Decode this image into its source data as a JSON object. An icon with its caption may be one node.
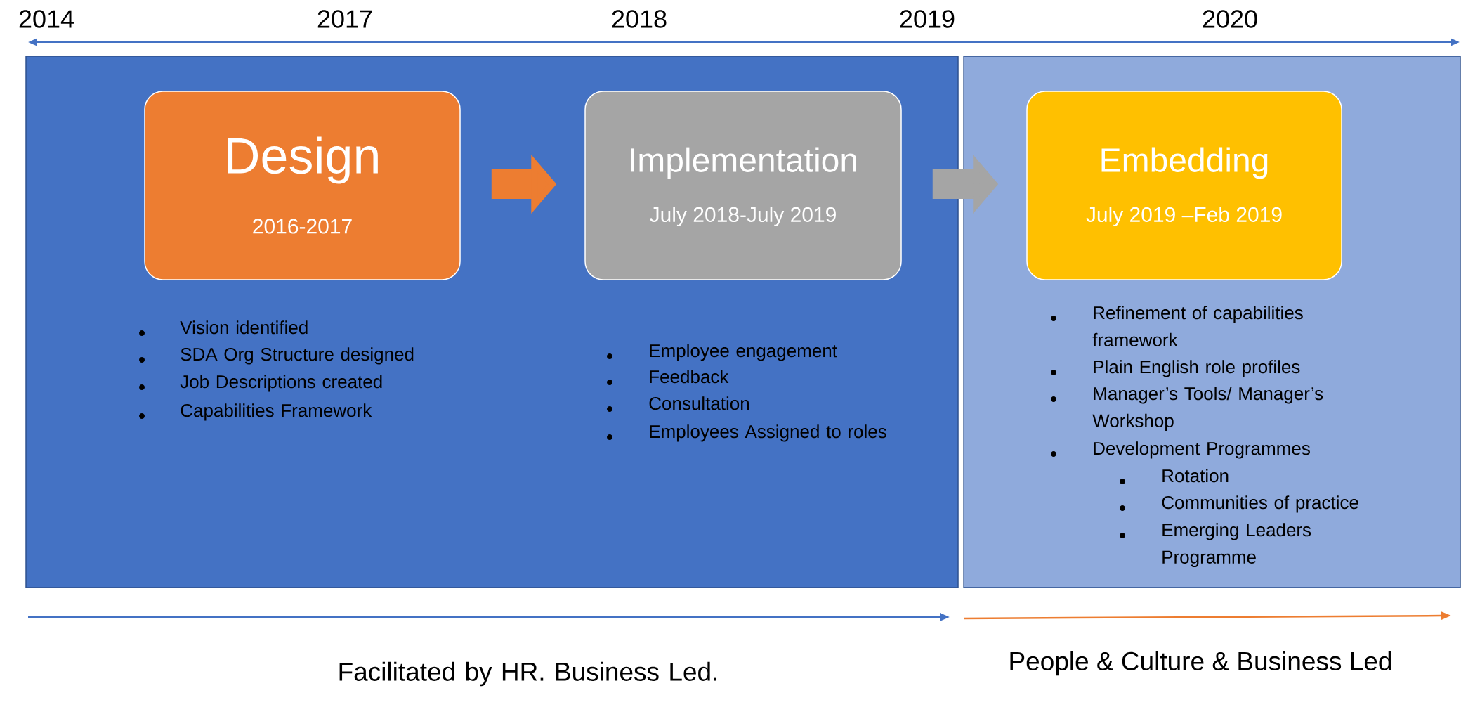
{
  "diagram": {
    "nodes": [
      {
        "text": [],
        "shape": "box"
      },
      {
        "text": [
          "Design",
          "2016-2017"
        ],
        "in": 0,
        "beside": [
          "Vision identified",
          "SDA Org Structure designed",
          "Job Descriptions created",
          "Capabilities Framework"
        ]
      },
      {
        "text": [
          "Implementation",
          "July 2018-July 2019"
        ],
        "in": 0,
        "beside": [
          "Employee engagement",
          "Feedback",
          "Consultation",
          "Employees Assigned to roles"
        ]
      },
      {
        "text": [],
        "shape": "box"
      },
      {
        "text": [
          "Embedding",
          "July 2019 –Feb 2019"
        ],
        "in": 3,
        "beside": [
          "Refinement of capabilities framework",
          "Plain English role profiles",
          "Manager’s Tools/ Manager’s Workshop",
          "Development Programmes",
          "Rotation",
          "Communities of practice",
          "Emerging Leaders Programme"
        ]
      }
    ],
    "edges": [
      {
        "from": 1,
        "to": 2,
        "arrow": "to",
        "color": "#ed7d31"
      },
      {
        "from": 2,
        "to": 4,
        "arrow": "to",
        "color": "#a5a5a5"
      }
    ],
    "labels": [
      "2014",
      "2017",
      "2018",
      "2019",
      "2020",
      "Facilitated by HR. Business Led.",
      "People & Culture & Business Led"
    ]
  }
}
